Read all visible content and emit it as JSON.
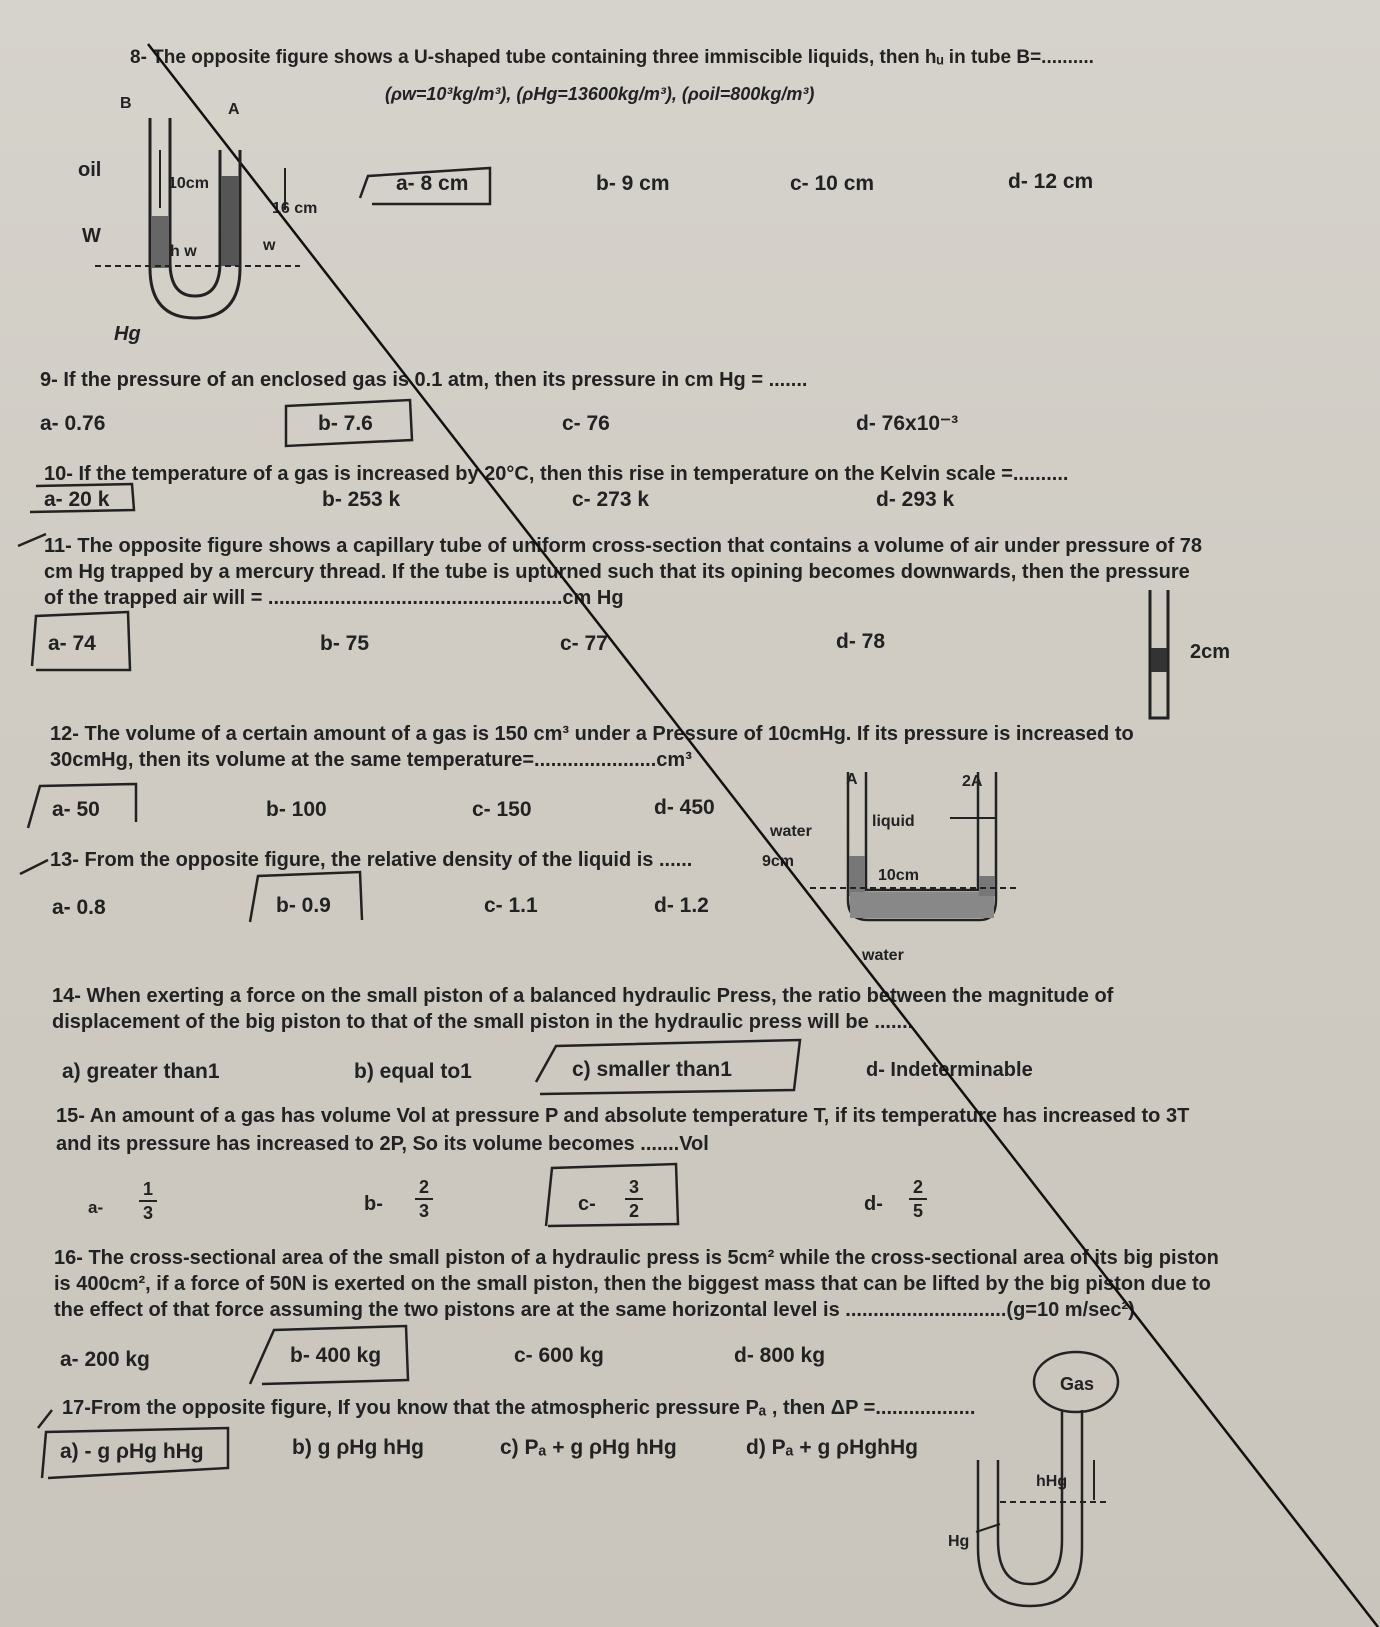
{
  "q8": {
    "stem": "8- The opposite figure shows a U-shaped tube containing three immiscible liquids, then hᵤ in tube B=..........",
    "densities": "(ρw=10³kg/m³), (ρHg=13600kg/m³), (ρoil=800kg/m³)",
    "options": [
      "a- 8 cm",
      "b- 9 cm",
      "c- 10 cm",
      "d- 12 cm"
    ],
    "figure": {
      "B": "B",
      "A": "A",
      "oil": "oil",
      "w": "W",
      "hg": "Hg",
      "h10": "10cm",
      "h16": "16 cm",
      "hw": "h w",
      "wlabel": "w"
    }
  },
  "q9": {
    "stem": "9- If the pressure of an enclosed gas is 0.1 atm, then its pressure in cm Hg = .......",
    "options": [
      "a- 0.76",
      "b- 7.6",
      "c- 76",
      "d- 76x10⁻³"
    ]
  },
  "q10": {
    "stem": "10- If the temperature of a gas is increased by 20°C, then this rise in temperature on the Kelvin scale =..........",
    "options": [
      "a- 20 k",
      "b- 253 k",
      "c- 273  k",
      "d- 293 k"
    ]
  },
  "q11": {
    "stem1": "11- The opposite figure shows a capillary tube of uniform cross-section that contains a volume of air under pressure of 78",
    "stem2": "cm Hg trapped by a mercury thread. If the tube is upturned such that its opining becomes downwards, then the pressure",
    "stem3": "of the trapped air will = .....................................................cm Hg",
    "options": [
      "a- 74",
      "b- 75",
      "c- 77",
      "d- 78"
    ],
    "figure": {
      "len": "2cm"
    }
  },
  "q12": {
    "stem1": "12- The volume of a certain amount of a gas is 150 cm³ under a Pressure of 10cmHg. If its pressure is increased to",
    "stem2": "30cmHg, then its volume at the same temperature=......................cm³",
    "options": [
      "a- 50",
      "b- 100",
      "c- 150",
      "d- 450"
    ]
  },
  "q13": {
    "stem": "13- From the opposite figure, the relative density of the liquid is ......",
    "options": [
      "a- 0.8",
      "b- 0.9",
      "c- 1.1",
      "d- 1.2"
    ],
    "figure": {
      "A": "A",
      "A2": "2A",
      "water": "water",
      "liquid": "liquid",
      "h9": "9cm",
      "h10": "10cm",
      "bottom": "water"
    }
  },
  "q14": {
    "stem1": "14- When exerting a force on the small piston of a balanced hydraulic Press, the ratio between the magnitude of",
    "stem2": "displacement of the big piston to that of the small piston in the hydraulic press will be .......",
    "options": [
      "a)  greater than1",
      "b) equal to1",
      "c)  smaller than1",
      "d- Indeterminable"
    ]
  },
  "q15": {
    "stem1": "15- An amount of a gas has volume Vol at pressure P and absolute temperature T, if its temperature has increased to 3T",
    "stem2": "and its pressure has increased to 2P, So its volume becomes .......Vol",
    "options": [
      {
        "label": "a-",
        "num": "1",
        "den": "3"
      },
      {
        "label": "b-",
        "num": "2",
        "den": "3"
      },
      {
        "label": "c-",
        "num": "3",
        "den": "2"
      },
      {
        "label": "d-",
        "num": "2",
        "den": "5"
      }
    ]
  },
  "q16": {
    "stem1": "16- The cross-sectional area of the small piston of a hydraulic press is 5cm² while the cross-sectional area of its big piston",
    "stem2": "is 400cm², if a force of 50N is exerted on the small piston, then the biggest mass that can be lifted by the big piston due to",
    "stem3": "the effect of that force assuming the two pistons are at the same horizontal level is .............................(g=10 m/sec²)",
    "options": [
      "a- 200 kg",
      "b- 400 kg",
      "c- 600 kg",
      "d- 800 kg"
    ]
  },
  "q17": {
    "stem": "17-From the opposite figure, If you know that the atmospheric pressure Pₐ , then ΔP =..................",
    "options": [
      "a) - g ρHg hHg",
      "b) g ρHg hHg",
      "c) Pₐ + g ρHg hHg",
      "d) Pₐ + g ρHghHg"
    ],
    "figure": {
      "gas": "Gas",
      "h": "hHg",
      "hg": "Hg"
    }
  }
}
